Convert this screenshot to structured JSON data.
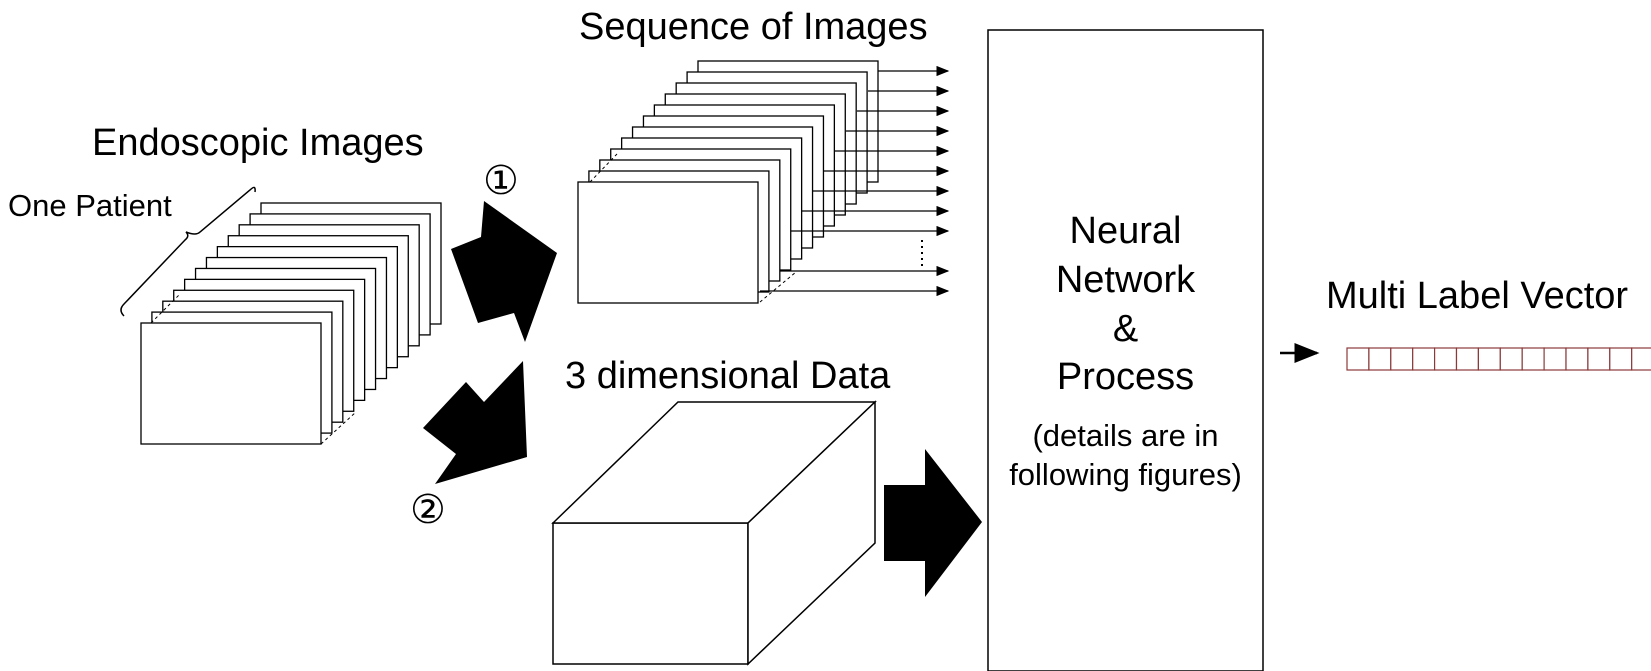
{
  "labels": {
    "endoscopic_images": "Endoscopic Images",
    "one_patient": "One Patient",
    "sequence_of_images": "Sequence of Images",
    "three_dimensional_data": "3 dimensional Data",
    "path_one_marker": "①",
    "path_two_marker": "②",
    "multi_label_vector": "Multi Label Vector"
  },
  "network_box": {
    "line1": "Neural",
    "line2": "Network",
    "line3": "&",
    "line4": "Process",
    "details_line1": "(details are in",
    "details_line2": "following figures)"
  },
  "colors": {
    "stroke": "#000000",
    "fill_arrow": "#000000",
    "vector_cell": "#8b3a3a"
  },
  "vector": {
    "cell_count": 14
  }
}
